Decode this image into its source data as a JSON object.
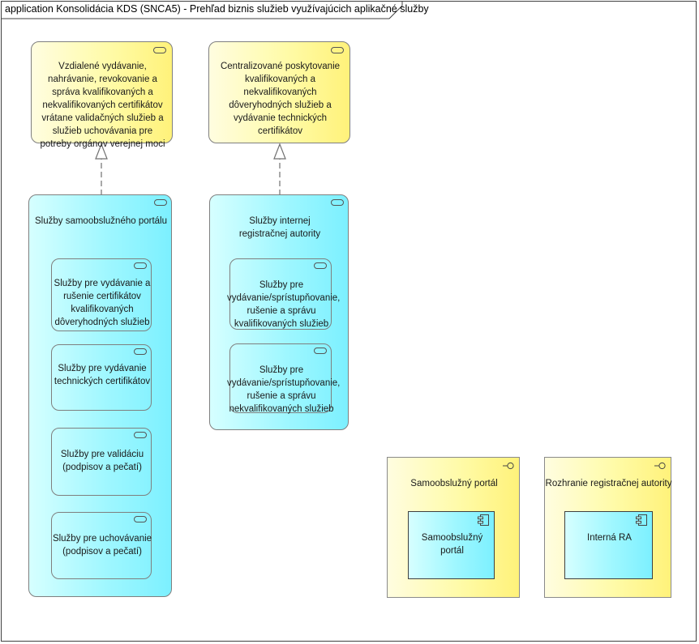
{
  "diagram": {
    "title": "application Konsolidácia KDS (SNCA5) - Prehľad biznis služieb využívajúcich aplikačné služby",
    "business_services": [
      {
        "label": "Vzdialené vydávanie, nahrávanie, revokovanie a správa kvalifikovaných a nekvalifikovaných certifikátov vrátane validačných služieb a služieb uchovávania pre potreby orgánov verejnej moci"
      },
      {
        "label": "Centralizované poskytovanie kvalifikovaných a nekvalifikovaných dôveryhodných služieb a vydávanie technických certifikátov"
      }
    ],
    "app_service_groups": [
      {
        "label": "Služby samoobslužného portálu",
        "services": [
          "Služby pre vydávanie a rušenie certifikátov kvalifikovaných dôveryhodných služieb",
          "Služby pre vydávanie technických certifikátov",
          "Služby pre validáciu (podpisov a pečatí)",
          "Služby pre uchovávanie (podpisov a pečatí)"
        ]
      },
      {
        "label": "Služby internej registračnej autority",
        "services": [
          "Služby pre vydávanie/sprístupňovanie, rušenie a správu kvalifikovaných služieb",
          "Služby pre vydávanie/sprístupňovanie, rušenie a správu nekvalifikovaných služieb"
        ]
      }
    ],
    "interfaces": [
      {
        "label": "Samoobslužný portál",
        "component": "Samoobslužný portál"
      },
      {
        "label": "Rozhranie registračnej autority",
        "component": "Interná RA"
      }
    ]
  }
}
